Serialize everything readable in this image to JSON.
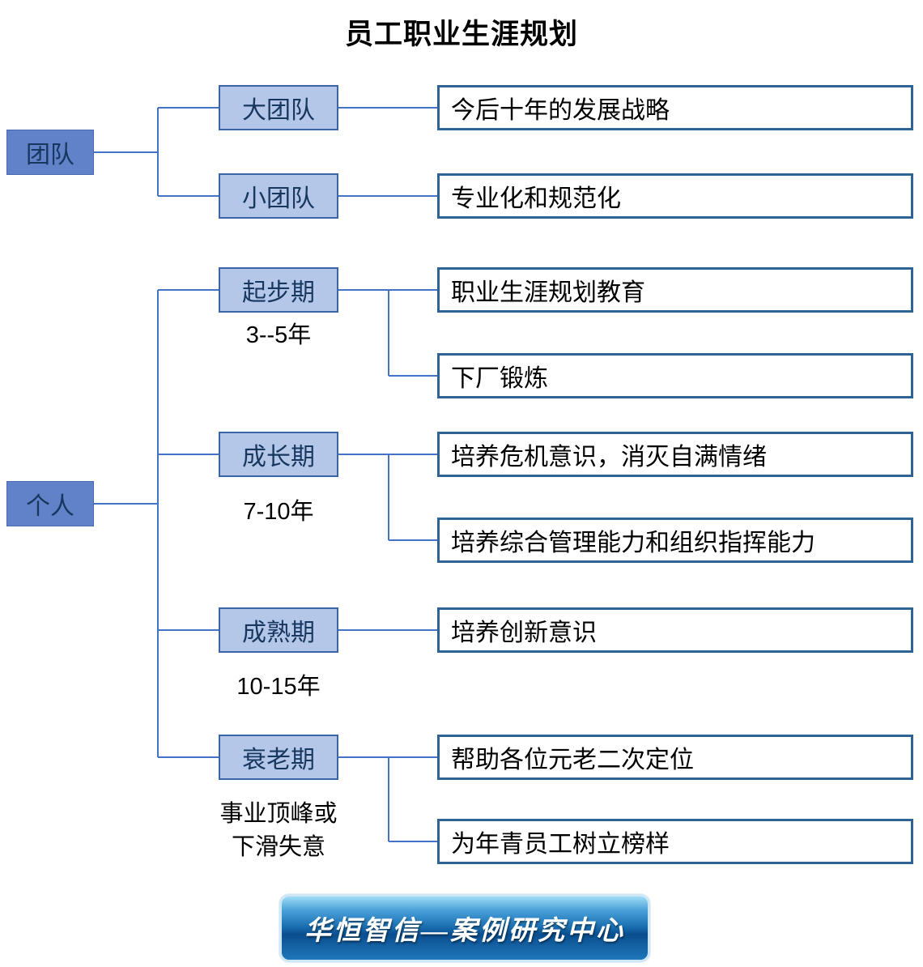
{
  "title": "员工职业生涯规划",
  "colors": {
    "root_fill": "#6181C8",
    "stage_fill": "#B5C7E9",
    "leaf_border": "#2E6394",
    "connector": "#4472C4",
    "banner_blue": "#0A4E8F"
  },
  "tree": {
    "roots": [
      {
        "label": "团队",
        "children": [
          {
            "label": "大团队",
            "items": [
              "今后十年的发展战略"
            ]
          },
          {
            "label": "小团队",
            "items": [
              "专业化和规范化"
            ]
          }
        ]
      },
      {
        "label": "个人",
        "children": [
          {
            "label": "起步期",
            "caption": "3--5年",
            "items": [
              "职业生涯规划教育",
              "下厂锻炼"
            ]
          },
          {
            "label": "成长期",
            "caption": "7-10年",
            "items": [
              "培养危机意识，消灭自满情绪",
              "培养综合管理能力和组织指挥能力"
            ]
          },
          {
            "label": "成熟期",
            "caption": "10-15年",
            "items": [
              "培养创新意识"
            ]
          },
          {
            "label": "衰老期",
            "caption": "事业顶峰或\n下滑失意",
            "items": [
              "帮助各位元老二次定位",
              "为年青员工树立榜样"
            ]
          }
        ]
      }
    ]
  },
  "footer": {
    "banner": "华恒智信—案例研究中心"
  }
}
